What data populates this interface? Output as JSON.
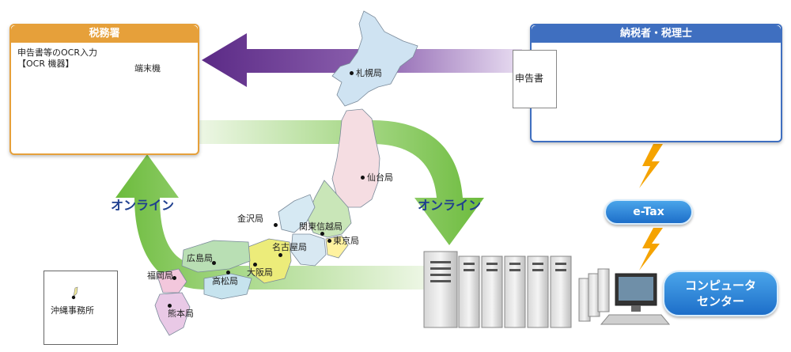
{
  "tax_office": {
    "title": "税務署",
    "ocr_line1": "申告書等のOCR入力",
    "ocr_line2": "【OCR 機器】",
    "terminal": "端末機"
  },
  "taxpayer": {
    "title": "納税者・税理士",
    "document": "申告書"
  },
  "arrows": {
    "online_left": "オンライン",
    "online_right": "オンライン"
  },
  "etax": {
    "label": "e-Tax"
  },
  "computer_center": {
    "line1": "コンピュータ",
    "line2": "センター"
  },
  "bureaus": {
    "sapporo": "札幌局",
    "sendai": "仙台局",
    "kanazawa": "金沢局",
    "kanto_shinetsu": "関東信越局",
    "tokyo": "東京局",
    "nagoya": "名古屋局",
    "hiroshima": "広島局",
    "osaka": "大阪局",
    "fukuoka": "福岡局",
    "takamatsu": "高松局",
    "kumamoto": "熊本局",
    "okinawa": "沖縄事務所"
  },
  "colors": {
    "tax_office_accent": "#e6a03a",
    "taxpayer_accent": "#3f6fc0",
    "arrow_purple": "#5b2a86",
    "arrow_green": "#6cbb3c",
    "lightning": "#f5a300"
  }
}
